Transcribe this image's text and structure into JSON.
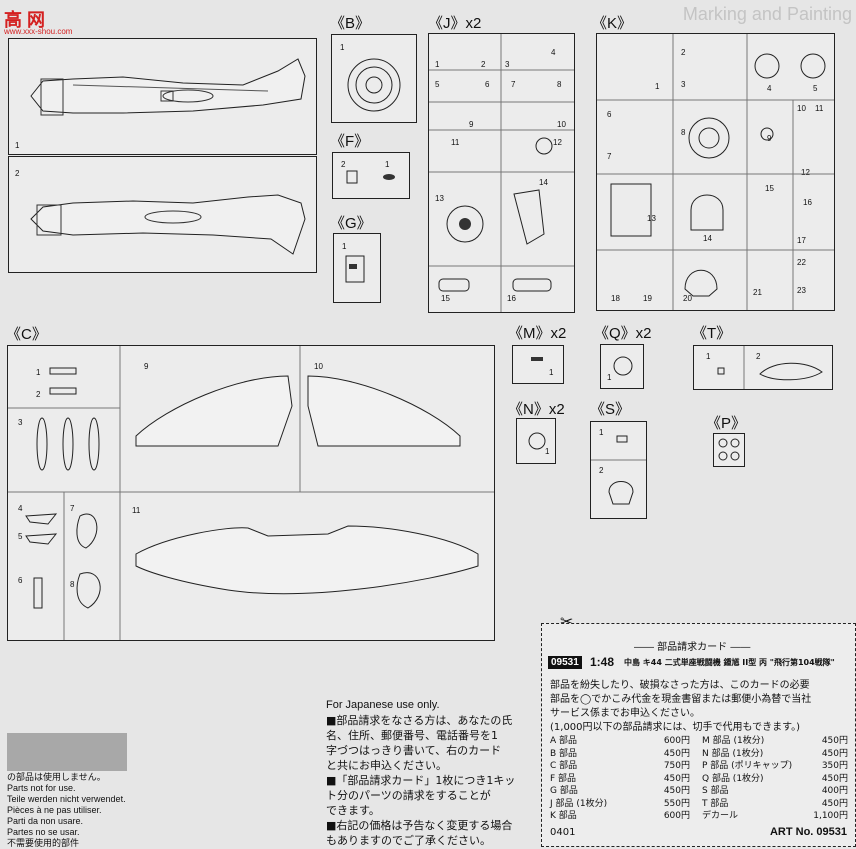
{
  "watermark": {
    "logo": "高 网",
    "url": "www.xxx-shou.com"
  },
  "background_title": "Marking and Painting",
  "groups": {
    "B": "《B》",
    "J": "《J》x2",
    "K": "《K》",
    "F": "《F》",
    "G": "《G》",
    "C": "《C》",
    "M": "《M》x2",
    "Q": "《Q》x2",
    "T": "《T》",
    "N": "《N》x2",
    "S": "《S》",
    "P": "《P》"
  },
  "part_numbers": {
    "fuselage": [
      "1",
      "2"
    ],
    "B": [
      "1"
    ],
    "F": [
      "2",
      "1"
    ],
    "G": [
      "1"
    ],
    "J": [
      "1",
      "2",
      "3",
      "4",
      "5",
      "6",
      "7",
      "8",
      "9",
      "10",
      "11",
      "12",
      "13",
      "14",
      "15",
      "16"
    ],
    "K": [
      "1",
      "2",
      "3",
      "4",
      "5",
      "6",
      "7",
      "8",
      "9",
      "10",
      "11",
      "12",
      "13",
      "14",
      "15",
      "16",
      "17",
      "18",
      "19",
      "20",
      "21",
      "22",
      "23"
    ],
    "C": [
      "1",
      "2",
      "3",
      "4",
      "5",
      "6",
      "7",
      "8",
      "9",
      "10",
      "11"
    ],
    "M": [
      "1"
    ],
    "Q": [
      "1"
    ],
    "T": [
      "1",
      "2"
    ],
    "N": [
      "1"
    ],
    "S": [
      "1",
      "2"
    ]
  },
  "japanese_use": {
    "heading": "For Japanese use only.",
    "lines": [
      "■部品請求をなさる方は、あなたの氏",
      "名、住所、郵便番号、電話番号を1",
      "字づつはっきり書いて、右のカード",
      "と共にお申込ください。",
      "■「部品請求カード」1枚につき1キッ",
      "ト分のパーツの請求をすることが",
      "できます。",
      "■右記の価格は予告なく変更する場合",
      "もありますのでご了承ください。"
    ]
  },
  "unused_note": [
    "の部品は使用しません。",
    "Parts not for use.",
    "Teile werden nicht verwendet.",
    "Pièces à ne pas utiliser.",
    "Parti da non usare.",
    "Partes no se usar.",
    "不需要使用的部件"
  ],
  "card": {
    "title": "―― 部品請求カード ――",
    "code": "09531",
    "scale": "1:48",
    "product": "中島 キ44 二式単座戦闘機 鍾馗 II型 丙 \"飛行第104戦隊\"",
    "intro": [
      "部品を紛失したり、破損なさった方は、このカードの必要",
      "部品を◯でかこみ代金を現金書留または郵便小為替で当社",
      "サービス係までお申込ください。",
      "(1,000円以下の部品請求には、切手で代用もできます。)"
    ],
    "prices_left": [
      {
        "part": "A 部品",
        "price": "600円"
      },
      {
        "part": "B 部品",
        "price": "450円"
      },
      {
        "part": "C 部品",
        "price": "750円"
      },
      {
        "part": "F 部品",
        "price": "450円"
      },
      {
        "part": "G 部品",
        "price": "450円"
      },
      {
        "part": "J 部品 (1枚分)",
        "price": "550円"
      },
      {
        "part": "K 部品",
        "price": "600円"
      }
    ],
    "prices_right": [
      {
        "part": "M 部品 (1枚分)",
        "price": "450円"
      },
      {
        "part": "N 部品 (1枚分)",
        "price": "450円"
      },
      {
        "part": "P 部品 (ポリキャップ)",
        "price": "350円"
      },
      {
        "part": "Q 部品 (1枚分)",
        "price": "450円"
      },
      {
        "part": "S 部品",
        "price": "400円"
      },
      {
        "part": "T 部品",
        "price": "450円"
      },
      {
        "part": "デカール",
        "price": "1,100円"
      }
    ],
    "footer_left": "0401",
    "art_no": "ART No. 09531"
  },
  "colors": {
    "card_code_bg": "#111111",
    "watermark": "#d42020"
  }
}
